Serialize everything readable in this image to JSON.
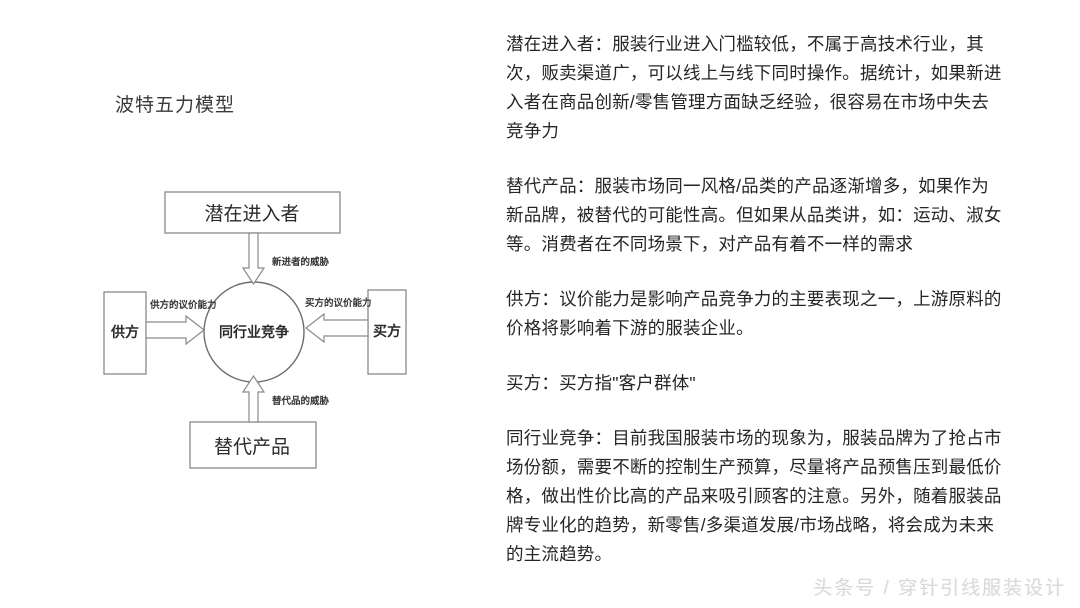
{
  "diagram": {
    "title": "波特五力模型",
    "nodes": {
      "top": "潜在进入者",
      "left": "供方",
      "right": "买方",
      "bottom": "替代产品",
      "center": "同行业竞争"
    },
    "edge_labels": {
      "top": "新进者的威胁",
      "left": "供方的议价能力",
      "right": "买方的议价能力",
      "bottom": "替代品的威胁"
    }
  },
  "analysis": {
    "paragraphs": [
      "潜在进入者：服装行业进入门槛较低，不属于高技术行业，其次，贩卖渠道广，可以线上与线下同时操作。据统计，如果新进入者在商品创新/零售管理方面缺乏经验，很容易在市场中失去竞争力",
      "替代产品：服装市场同一风格/品类的产品逐渐增多，如果作为新品牌，被替代的可能性高。但如果从品类讲，如：运动、淑女等。消费者在不同场景下，对产品有着不一样的需求",
      "供方：议价能力是影响产品竞争力的主要表现之一，上游原料的价格将影响着下游的服装企业。",
      "买方：买方指\"客户群体\"",
      "同行业竞争：目前我国服装市场的现象为，服装品牌为了抢占市场份额，需要不断的控制生产预算，尽量将产品预售压到最低价格，做出性价比高的产品来吸引顾客的注意。另外，随着服装品牌专业化的趋势，新零售/多渠道发展/市场战略，将会成为未来的主流趋势。"
    ]
  },
  "watermark": {
    "text": "头条号 / 穿针引线服装设计"
  },
  "colors": {
    "background": "#ffffff",
    "text": "#262626",
    "stroke": "#8a8a8a",
    "watermark": "#d8d8d8"
  }
}
